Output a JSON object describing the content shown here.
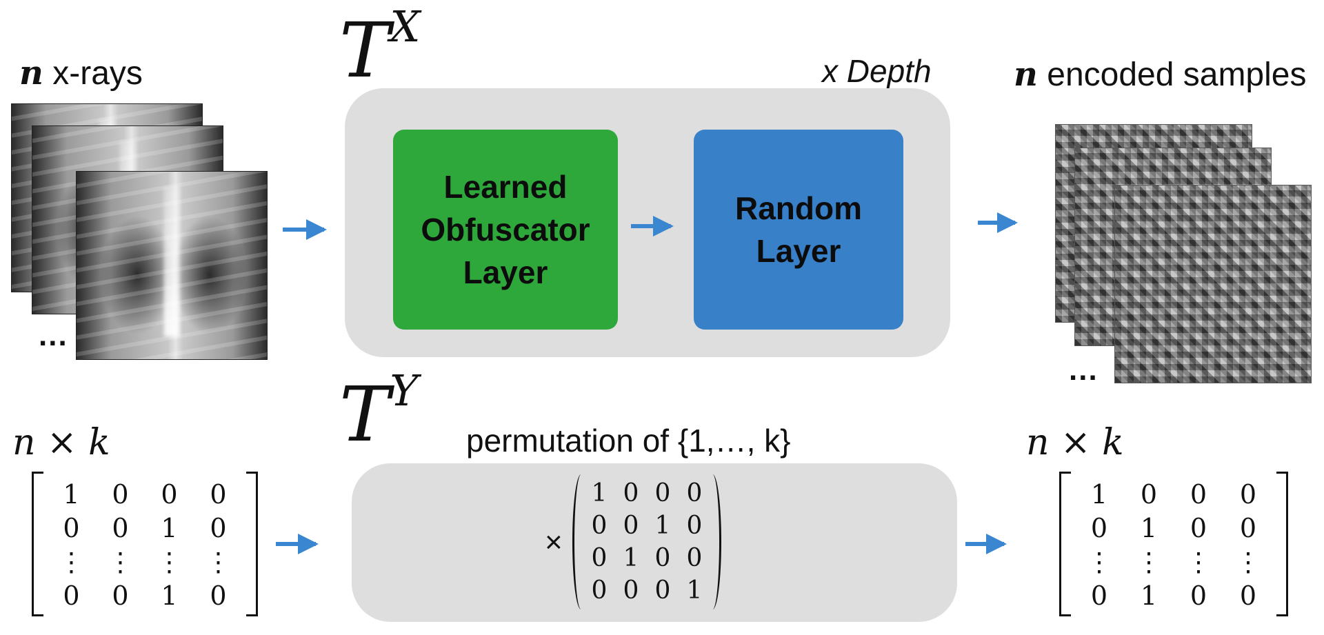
{
  "top": {
    "input_title": {
      "n": "n",
      "rest": " x-rays"
    },
    "output_title": {
      "n": "n",
      "rest": " encoded samples"
    },
    "transform_symbol": "T",
    "transform_superscript": "X",
    "repeat_label": "x Depth",
    "blocks": [
      {
        "label": "Learned\nObfuscator\nLayer",
        "color": "#2ea83b"
      },
      {
        "label": "Random\nLayer",
        "color": "#3880c8"
      }
    ],
    "ellipsis": "..."
  },
  "bottom": {
    "input_dims": "n × k",
    "output_dims": "n × k",
    "transform_symbol": "T",
    "transform_superscript": "Y",
    "permutation_label": "permutation of {1,…, k}",
    "times_symbol": "×",
    "input_matrix": [
      [
        "1",
        "0",
        "0",
        "0"
      ],
      [
        "0",
        "0",
        "1",
        "0"
      ],
      [
        "⋮",
        "⋮",
        "⋮",
        "⋮"
      ],
      [
        "0",
        "0",
        "1",
        "0"
      ]
    ],
    "permutation_matrix": [
      [
        "1",
        "0",
        "0",
        "0"
      ],
      [
        "0",
        "0",
        "1",
        "0"
      ],
      [
        "0",
        "1",
        "0",
        "0"
      ],
      [
        "0",
        "0",
        "0",
        "1"
      ]
    ],
    "output_matrix": [
      [
        "1",
        "0",
        "0",
        "0"
      ],
      [
        "0",
        "1",
        "0",
        "0"
      ],
      [
        "⋮",
        "⋮",
        "⋮",
        "⋮"
      ],
      [
        "0",
        "1",
        "0",
        "0"
      ]
    ]
  },
  "colors": {
    "arrow": "#3a86d0",
    "panel": "#dedede",
    "obfuscator": "#2ea83b",
    "random": "#3880c8"
  }
}
